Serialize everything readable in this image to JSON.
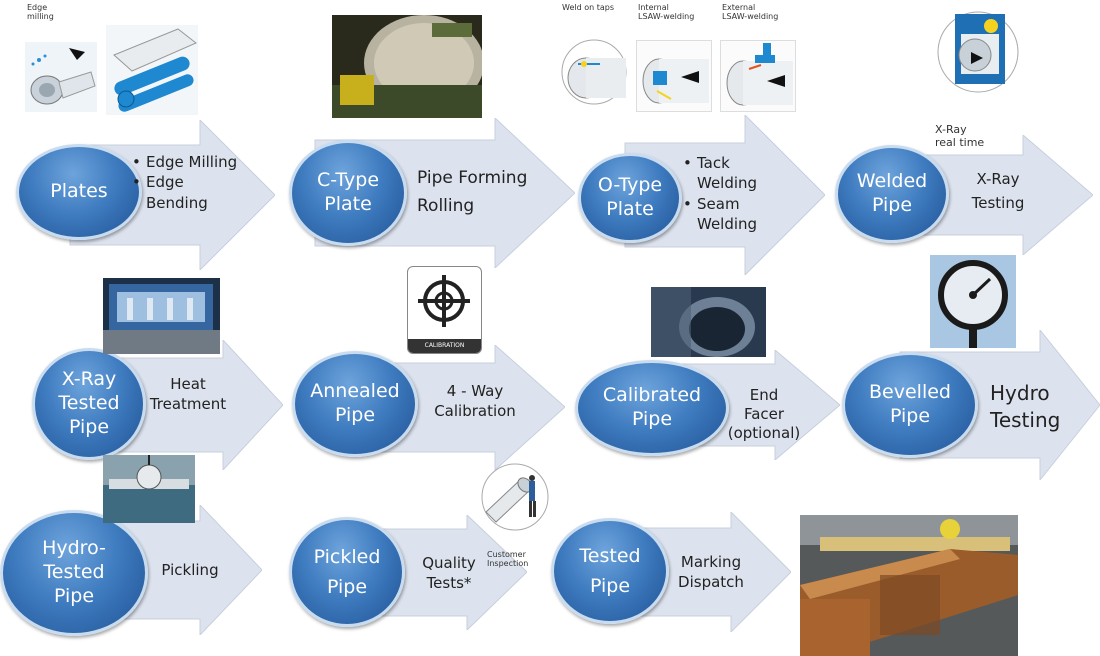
{
  "colors": {
    "arrow_fill": "#dde3ee",
    "ellipse": "#3f7cc0",
    "ellipse_border": "#c9dcef",
    "text": "#222222"
  },
  "rows": [
    [
      {
        "id": "plates",
        "ellipse": [
          "Plates"
        ],
        "bullets": [
          "Edge Milling",
          "Edge Bending"
        ]
      },
      {
        "id": "c-type-plate",
        "ellipse": [
          "C-Type",
          "Plate"
        ],
        "action": [
          "Pipe Forming",
          "Rolling"
        ]
      },
      {
        "id": "o-type-plate",
        "ellipse": [
          "O-Type",
          "Plate"
        ],
        "bullets": [
          "Tack Welding",
          "Seam Welding"
        ]
      },
      {
        "id": "welded-pipe",
        "ellipse": [
          "Welded",
          "Pipe"
        ],
        "action": [
          "X-Ray",
          "Testing"
        ]
      }
    ],
    [
      {
        "id": "xray-tested-pipe",
        "ellipse": [
          "X-Ray",
          "Tested",
          "Pipe"
        ],
        "action": [
          "Heat",
          "Treatment"
        ]
      },
      {
        "id": "annealed-pipe",
        "ellipse": [
          "Annealed",
          "Pipe"
        ],
        "action": [
          "4 - Way",
          "Calibration"
        ]
      },
      {
        "id": "calibrated-pipe",
        "ellipse": [
          "Calibrated",
          "Pipe"
        ],
        "action": [
          "End",
          "Facer",
          "(optional)"
        ]
      },
      {
        "id": "bevelled-pipe",
        "ellipse": [
          "Bevelled",
          "Pipe"
        ],
        "action": [
          "Hydro",
          "Testing"
        ]
      }
    ],
    [
      {
        "id": "hydro-tested-pipe",
        "ellipse": [
          "Hydro-",
          "Tested",
          "Pipe"
        ],
        "action": [
          "Pickling"
        ]
      },
      {
        "id": "pickled-pipe",
        "ellipse": [
          "Pickled",
          "Pipe"
        ],
        "action": [
          "Quality",
          "Tests*"
        ]
      },
      {
        "id": "tested-pipe",
        "ellipse": [
          "Tested",
          "Pipe"
        ],
        "action": [
          "Marking",
          "Dispatch"
        ]
      }
    ]
  ],
  "captions": {
    "edge_milling": [
      "Edge",
      "milling"
    ],
    "weld_on_taps": "Weld on taps",
    "internal_welding": [
      "Internal",
      "LSAW-welding"
    ],
    "external_welding": [
      "External",
      "LSAW-welding"
    ],
    "xray_realtime": [
      "X-Ray",
      "real time"
    ],
    "calibration_badge": "CALIBRATION",
    "customer_inspection": [
      "Customer",
      "Inspection"
    ]
  }
}
